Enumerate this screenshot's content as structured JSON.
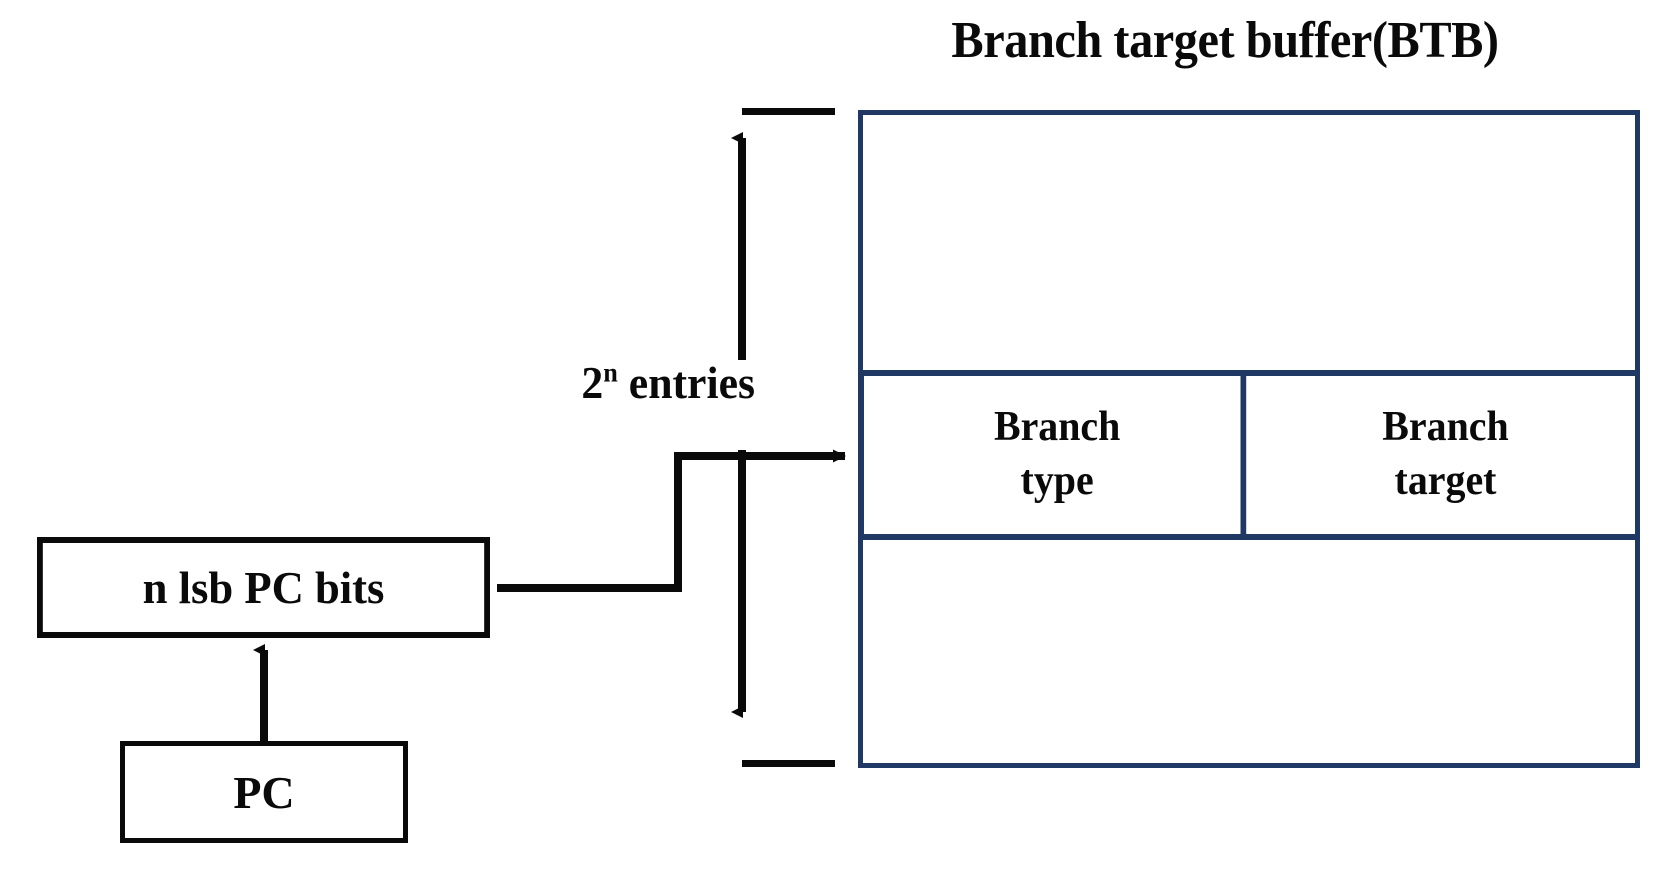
{
  "diagram": {
    "title": "Branch target buffer(BTB)",
    "btb": {
      "label": "Branch target buffer(BTB)",
      "entry_row": {
        "cells": [
          {
            "line1": "Branch",
            "line2": "type"
          },
          {
            "line1": "Branch",
            "line2": "target"
          }
        ]
      },
      "border_color": "#1f3864"
    },
    "measure": {
      "label_base": "2",
      "label_exponent": "n",
      "label_suffix": " entries"
    },
    "boxes": {
      "n_lsb_pc_bits": "n lsb PC bits",
      "pc": "PC"
    },
    "colors": {
      "btb_border": "#1f3864",
      "box_border": "#0a0a0a",
      "text": "#0a0a0a",
      "background": "#ffffff"
    }
  }
}
